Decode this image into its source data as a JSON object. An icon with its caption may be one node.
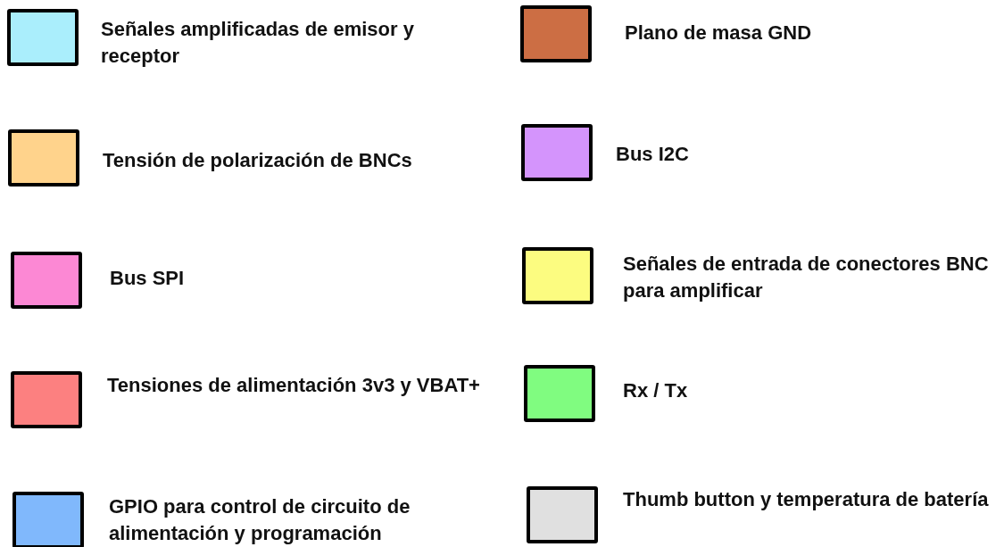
{
  "diagram": {
    "legend": [
      {
        "text": "Señales amplificadas de emisor y receptor",
        "color": "#aaeefc"
      },
      {
        "text": "Plano de masa GND",
        "color": "#cc6e44"
      },
      {
        "text": "Tensión de polarización de BNCs",
        "color": "#ffd38c"
      },
      {
        "text": "Bus I2C",
        "color": "#d494fc"
      },
      {
        "text": "Bus SPI",
        "color": "#fc88d4"
      },
      {
        "text": "Señales de entrada de conectores BNC para amplificar",
        "color": "#fcfc80"
      },
      {
        "text": "Tensiones de alimentación 3v3 y VBAT+",
        "color": "#fc8080"
      },
      {
        "text": "Rx / Tx",
        "color": "#80fc80"
      },
      {
        "text": "GPIO para control de circuito de alimentación y programación",
        "color": "#80b8fc"
      },
      {
        "text": "Thumb button y temperatura de batería",
        "color": "#e0e0e0"
      }
    ]
  }
}
